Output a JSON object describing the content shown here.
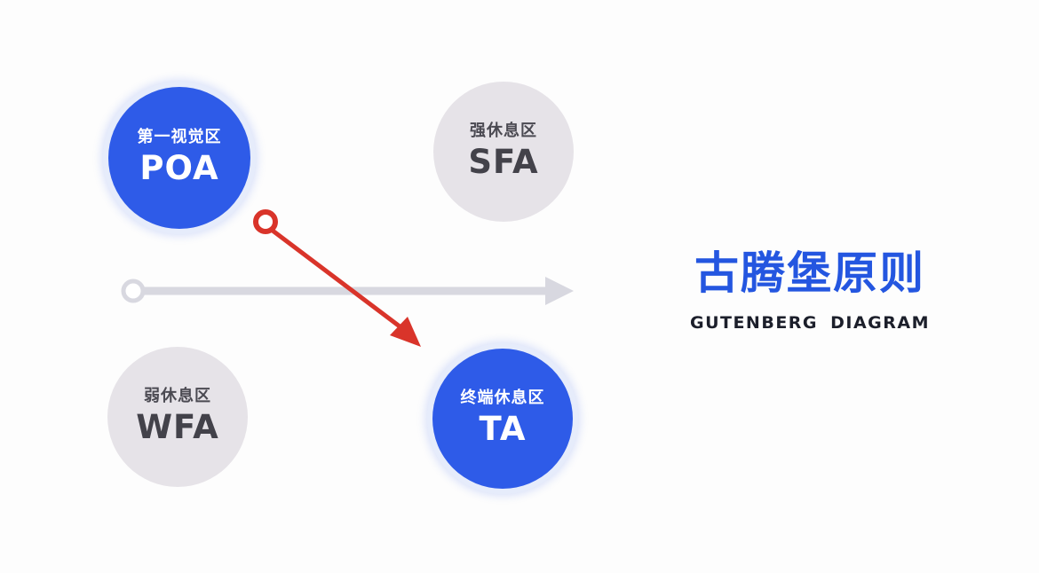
{
  "zones": {
    "poa": {
      "label": "第一视觉区",
      "code": "POA"
    },
    "sfa": {
      "label": "强休息区",
      "code": "SFA"
    },
    "wfa": {
      "label": "弱休息区",
      "code": "WFA"
    },
    "ta": {
      "label": "终端休息区",
      "code": "TA"
    }
  },
  "title": {
    "chinese": "古腾堡原则",
    "english": "GUTENBERG DIAGRAM"
  },
  "colors": {
    "primary_blue": "#2e5be8",
    "title_blue": "#2456e0",
    "neutral_circle": "#e6e3e8",
    "axis_gray": "#d8d8e0",
    "flow_red": "#d9342a",
    "dark_text": "#1c1f2b"
  }
}
